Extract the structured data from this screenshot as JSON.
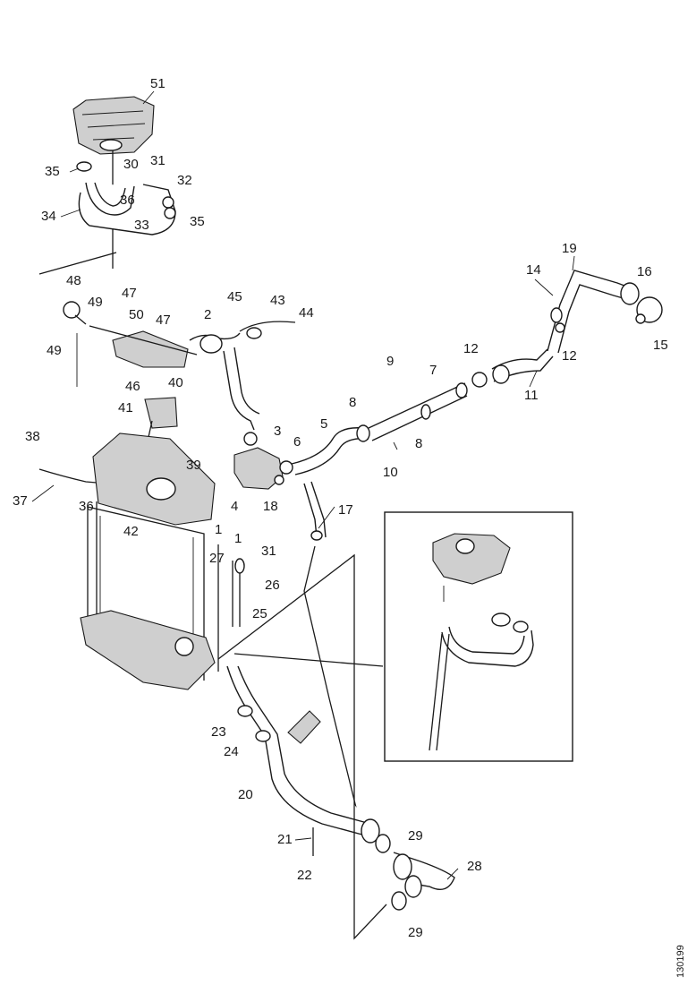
{
  "figure_code": "130199",
  "part_labels": [
    "51",
    "35",
    "30",
    "31",
    "32",
    "34",
    "36",
    "33",
    "35",
    "48",
    "49",
    "47",
    "50",
    "47",
    "45",
    "2",
    "43",
    "44",
    "49",
    "46",
    "40",
    "41",
    "19",
    "14",
    "16",
    "12",
    "12",
    "11",
    "15",
    "9",
    "7",
    "8",
    "3",
    "5",
    "6",
    "8",
    "10",
    "38",
    "39",
    "4",
    "18",
    "17",
    "37",
    "36",
    "42",
    "1",
    "1",
    "31",
    "27",
    "26",
    "25",
    "23",
    "24",
    "20",
    "21",
    "22",
    "29",
    "28",
    "29"
  ],
  "inset": {
    "present": true
  }
}
